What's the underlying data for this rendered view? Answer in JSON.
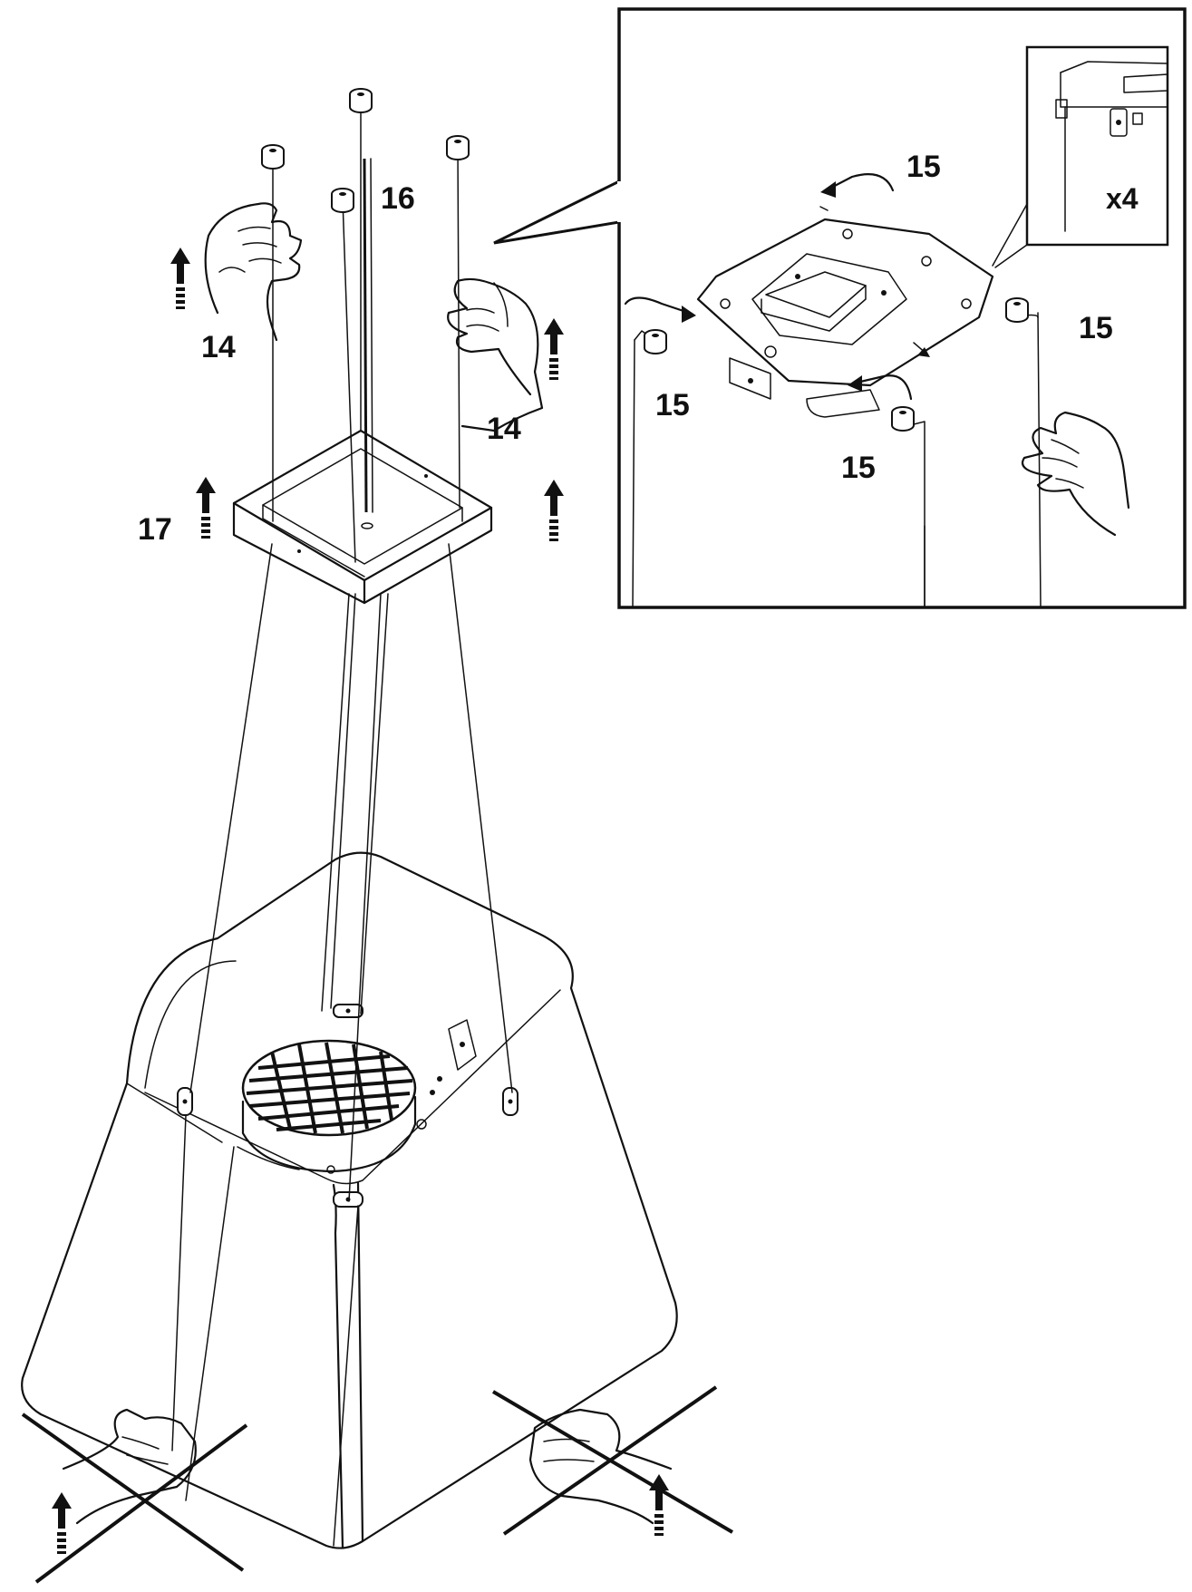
{
  "labels": {
    "rods_label": "16",
    "left_hand_label": "14",
    "right_hand_label": "14",
    "frame_label": "17",
    "inset_top_label": "15",
    "inset_right_label": "15",
    "inset_left_label": "15",
    "inset_bottom_label": "15",
    "inset_multiplier": "x4"
  },
  "icons": [
    "up-arrow-icon",
    "hand-icon",
    "cross-out-icon",
    "nut-icon",
    "grille-icon",
    "zoom-callout-icon"
  ],
  "colors": {
    "line": "#111111",
    "background": "#ffffff"
  }
}
